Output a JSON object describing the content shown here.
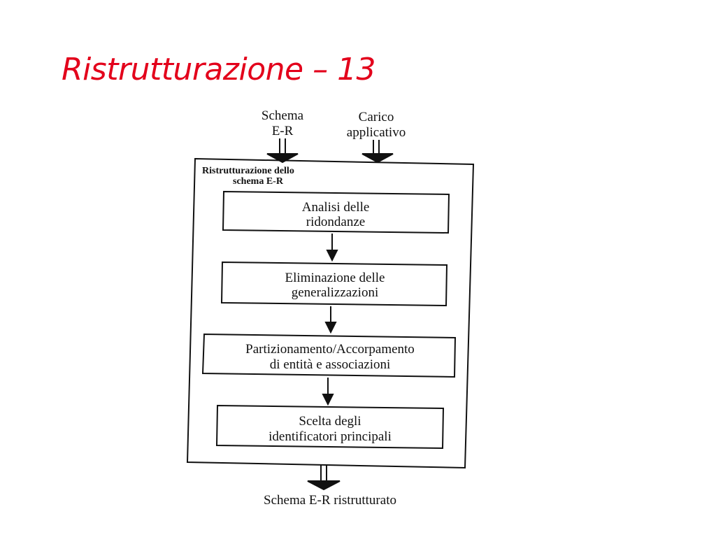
{
  "slide": {
    "title": "Ristrutturazione – 13"
  },
  "diagram": {
    "inputs": [
      {
        "lines": [
          "Schema",
          "E-R"
        ]
      },
      {
        "lines": [
          "Carico",
          "applicativo"
        ]
      }
    ],
    "container_title_lines": [
      "Ristrutturazione dello",
      "schema E-R"
    ],
    "steps": [
      {
        "lines": [
          "Analisi delle",
          "ridondanze"
        ]
      },
      {
        "lines": [
          "Eliminazione delle",
          "generalizzazioni"
        ]
      },
      {
        "lines": [
          "Partizionamento/Accorpamento",
          "di entità e associazioni"
        ]
      },
      {
        "lines": [
          "Scelta degli",
          "identificatori principali"
        ]
      }
    ],
    "output_label": "Schema E-R ristrutturato"
  },
  "colors": {
    "title": "#e3001b",
    "ink": "#111111",
    "background": "#ffffff"
  }
}
